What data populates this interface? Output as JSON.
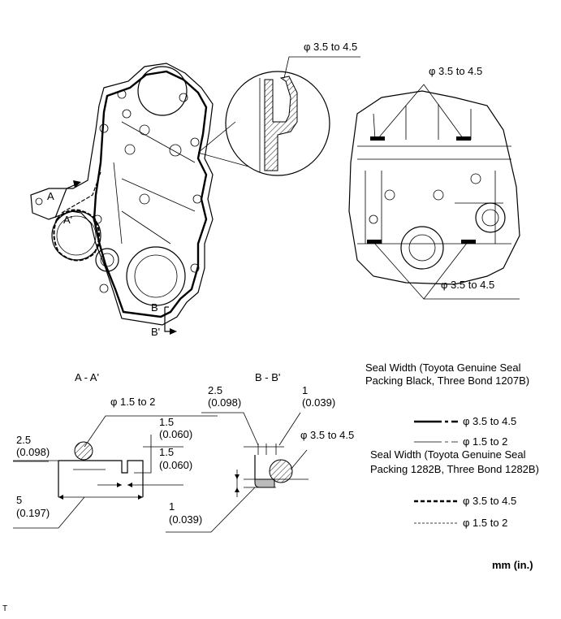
{
  "labels": {
    "phi_top_callout": "φ 3.5 to 4.5",
    "phi_right_top": "φ 3.5 to 4.5",
    "phi_right_bottom": "φ 3.5 to 4.5",
    "section_a_marker": "A",
    "section_a_prime_marker": "A'",
    "section_b_marker": "B",
    "section_b_prime_marker": "B'",
    "section_aa_title": "A - A'",
    "section_bb_title": "B - B'",
    "aa_phi": "φ 1.5 to 2",
    "aa_dim_2_5": "2.5",
    "aa_dim_2_5_in": "(0.098)",
    "aa_dim_1_5a": "1.5",
    "aa_dim_1_5a_in": "(0.060)",
    "aa_dim_1_5b": "1.5",
    "aa_dim_1_5b_in": "(0.060)",
    "aa_dim_5": "5",
    "aa_dim_5_in": "(0.197)",
    "bb_dim_2_5": "2.5",
    "bb_dim_2_5_in": "(0.098)",
    "bb_dim_1_top": "1",
    "bb_dim_1_top_in": "(0.039)",
    "bb_phi": "φ 3.5 to 4.5",
    "bb_dim_1_bottom": "1",
    "bb_dim_1_bottom_in": "(0.039)"
  },
  "legend": {
    "group1_title_line1": "Seal Width (Toyota Genuine Seal",
    "group1_title_line2": "Packing Black, Three Bond 1207B)",
    "group1_item1": "φ 3.5 to 4.5",
    "group1_item2": "φ 1.5 to 2",
    "group2_title_line1": "Seal Width (Toyota Genuine Seal",
    "group2_title_line2": "Packing 1282B, Three Bond 1282B)",
    "group2_item1": "φ 3.5 to 4.5",
    "group2_item2": "φ 1.5 to 2"
  },
  "units": "mm (in.)",
  "corner_mark": "T"
}
